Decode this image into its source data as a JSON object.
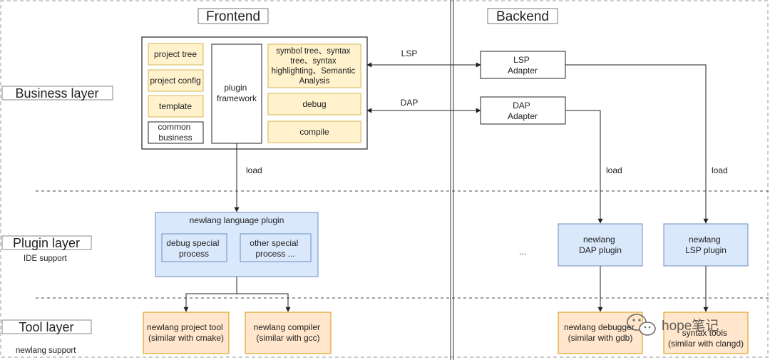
{
  "frontend_title": "Frontend",
  "backend_title": "Backend",
  "layers": {
    "business": "Business layer",
    "plugin": "Plugin layer",
    "plugin_note": "IDE support",
    "tool": "Tool layer",
    "tool_note": "newlang support"
  },
  "business_left": [
    "project tree",
    "project config",
    "template",
    [
      "common",
      "business"
    ]
  ],
  "plugin_framework": [
    "plugin",
    "framework"
  ],
  "business_right": [
    [
      "symbol tree、syntax",
      "tree、syntax",
      "highlighting、Semantic",
      "Analysis"
    ],
    [
      "debug"
    ],
    [
      "compile"
    ]
  ],
  "protocols": {
    "lsp": "LSP",
    "dap": "DAP"
  },
  "adapters": {
    "lsp": [
      "LSP",
      "Adapter"
    ],
    "dap": [
      "DAP",
      "Adapter"
    ]
  },
  "load_label": "load",
  "lang_plugin": {
    "title": "newlang language plugin",
    "debug": [
      "debug special",
      "process"
    ],
    "other": [
      "other special",
      "process ..."
    ]
  },
  "ellipsis": "...",
  "dap_plugin": [
    "newlang",
    "DAP plugin"
  ],
  "lsp_plugin": [
    "newlang",
    "LSP plugin"
  ],
  "tools": {
    "project": [
      "newlang project tool",
      "(similar with cmake)"
    ],
    "compiler": [
      "newlang compiler",
      "(similar with gcc)"
    ],
    "debugger": [
      "newlang debugger",
      "(similar with gdb)"
    ],
    "syntax": [
      "syntax tools",
      "(similar with clangd)"
    ]
  },
  "watermark": "hope笔记",
  "colors": {
    "yellow_fill": "#fff2cc",
    "yellow_stroke": "#d6b656",
    "blue_fill": "#dae8fc",
    "blue_stroke": "#6c8ebf",
    "orange_fill": "#ffe6cc",
    "orange_stroke": "#d79b00"
  }
}
